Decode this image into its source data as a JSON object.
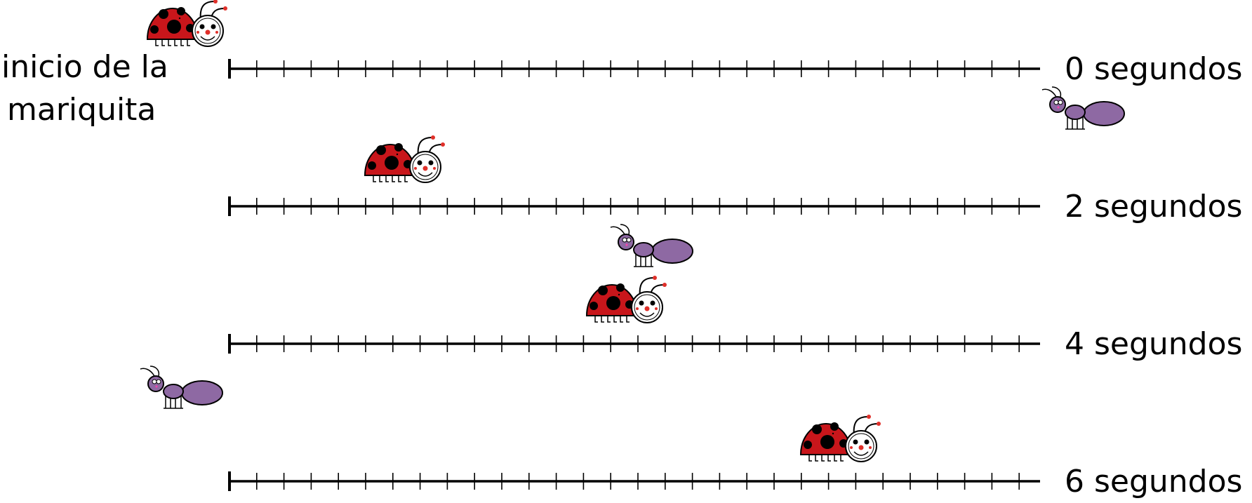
{
  "start_label": {
    "line1": "inicio de la",
    "line2": "mariquita"
  },
  "rows": [
    {
      "time_label": "0 segundos"
    },
    {
      "time_label": "2 segundos"
    },
    {
      "time_label": "4 segundos"
    },
    {
      "time_label": "6 segundos"
    }
  ],
  "tick_intervals": 29,
  "colors": {
    "ladybug": "#c8161b",
    "ant": "#8e69a3",
    "line": "#000000"
  }
}
